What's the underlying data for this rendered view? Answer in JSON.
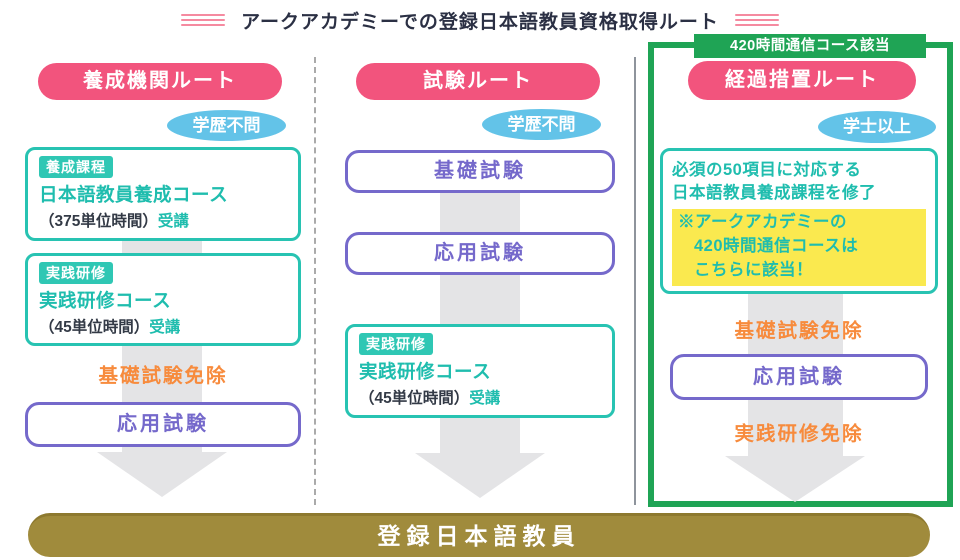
{
  "title": "アークアカデミーでの登録日本語教員資格取得ルート",
  "goal_banner": "登録日本語教員",
  "colors": {
    "route_pink": "#f2547d",
    "badge_blue": "#63c3e8",
    "teal": "#1fbdae",
    "purple": "#7569cb",
    "orange": "#f78b3d",
    "green": "#1fa455",
    "gold": "#a08b3c",
    "highlight_yellow": "#fae94f",
    "arrow_gray": "#e4e4e6"
  },
  "routes": {
    "training": {
      "header": "養成機関ルート",
      "badge": "学歴不問",
      "course1": {
        "tag": "養成課程",
        "name": "日本語教員養成コース",
        "detail_plain": "（375単位時間）",
        "detail_accent": "受講"
      },
      "course2": {
        "tag": "実践研修",
        "name": "実践研修コース",
        "detail_plain": "（45単位時間）",
        "detail_accent": "受講"
      },
      "exemption": "基礎試験免除",
      "exam": "応用試験"
    },
    "exam": {
      "header": "試験ルート",
      "badge": "学歴不問",
      "exam1": "基礎試験",
      "exam2": "応用試験",
      "course": {
        "tag": "実践研修",
        "name": "実践研修コース",
        "detail_plain": "（45単位時間）",
        "detail_accent": "受講"
      }
    },
    "transitional": {
      "tag_label": "420時間通信コース該当",
      "header": "経過措置ルート",
      "badge": "学士以上",
      "requirement": {
        "line1": "必須の50項目に対応する",
        "line2": "日本語教員養成課程を修了"
      },
      "note": {
        "line1": "※アークアカデミーの",
        "line2": "420時間通信コースは",
        "line3": "こちらに該当！"
      },
      "exemption1": "基礎試験免除",
      "exam": "応用試験",
      "exemption2": "実践研修免除"
    }
  }
}
